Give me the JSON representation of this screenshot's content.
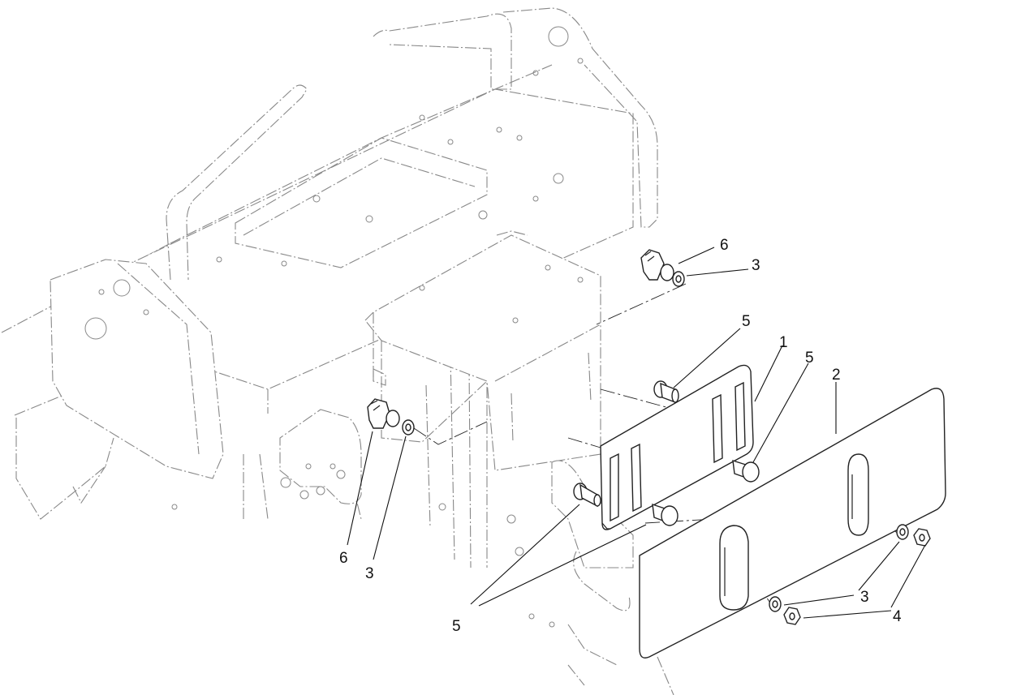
{
  "callouts": {
    "c6_top": "6",
    "c3_top": "3",
    "c5_upper": "5",
    "c1": "1",
    "c5_right": "5",
    "c2": "2",
    "c6_left": "6",
    "c3_left": "3",
    "c5_bottom": "5",
    "c3_bottom": "3",
    "c4": "4"
  },
  "parts": [
    {
      "id": "1",
      "name": "mounting-plate"
    },
    {
      "id": "2",
      "name": "weight-plate"
    },
    {
      "id": "3",
      "name": "washer"
    },
    {
      "id": "4",
      "name": "nut"
    },
    {
      "id": "5",
      "name": "carriage-bolt"
    },
    {
      "id": "6",
      "name": "knob"
    }
  ]
}
